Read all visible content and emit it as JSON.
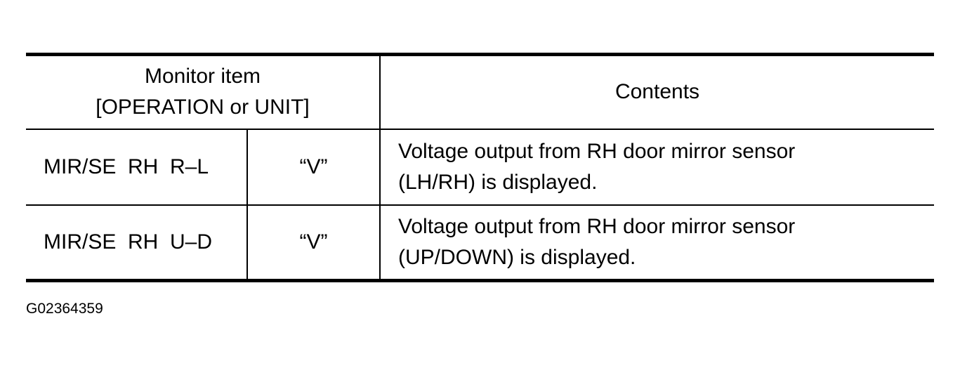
{
  "table": {
    "header": {
      "monitor_item_line1": "Monitor item",
      "monitor_item_line2": "[OPERATION or UNIT]",
      "contents": "Contents"
    },
    "rows": [
      {
        "item": "MIR/SE  RH  R–L",
        "unit": "“V”",
        "contents_line1": "Voltage output from RH door mirror sensor",
        "contents_line2": "(LH/RH) is displayed."
      },
      {
        "item": "MIR/SE  RH  U–D",
        "unit": "“V”",
        "contents_line1": "Voltage output from RH door mirror sensor",
        "contents_line2": "(UP/DOWN) is displayed."
      }
    ]
  },
  "figure_code": "G02364359"
}
